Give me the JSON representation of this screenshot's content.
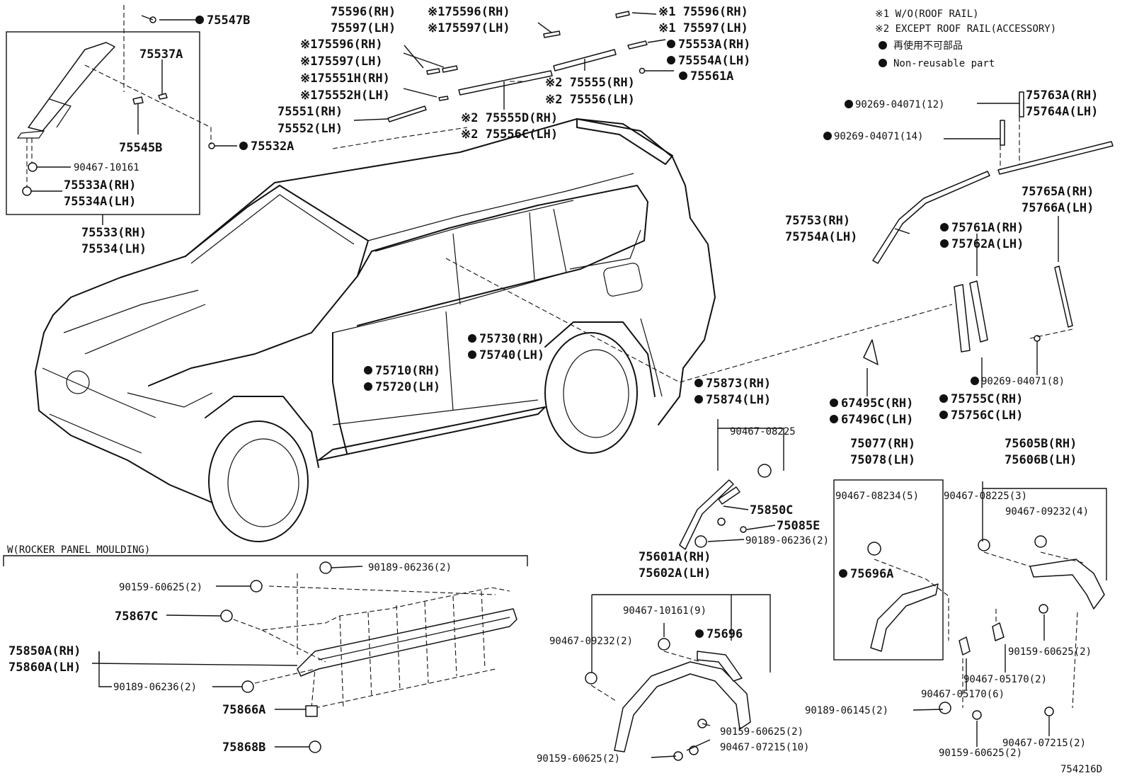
{
  "legend": {
    "note1": "※1 W/O(ROOF RAIL)",
    "note2": "※2 EXCEPT ROOF RAIL(ACCESSORY)",
    "nonreusable_jp": "再使用不可部品",
    "nonreusable_en": "Non-reusable part"
  },
  "diagram_id": "754216D",
  "section_label": "W(ROCKER PANEL MOULDING)",
  "labels": {
    "l75547B": "75547B",
    "l75537A": "75537A",
    "l75545B": "75545B",
    "l75532A": "75532A",
    "l90467_10161": "90467-10161",
    "l75533A": "75533A(RH)",
    "l75534A": "75534A(LH)",
    "l75533": "75533(RH)",
    "l75534": "75534(LH)",
    "l75596": "75596(RH)",
    "l75597": "75597(LH)",
    "l175596a": "※175596(RH)",
    "l175597a": "※175597(LH)",
    "l175596b": "※175596(RH)",
    "l175597b": "※175597(LH)",
    "l175551H": "※175551H(RH)",
    "l175552H": "※175552H(LH)",
    "l75551": "75551(RH)",
    "l75552": "75552(LH)",
    "l1_75596": "※1 75596(RH)",
    "l1_75597": "※1 75597(LH)",
    "l75553A": "75553A(RH)",
    "l75554A": "75554A(LH)",
    "l75561A": "75561A",
    "l2_75555": "※2 75555(RH)",
    "l2_75556": "※2 75556(LH)",
    "l2_75555D": "※2 75555D(RH)",
    "l2_75556C": "※2 75556C(LH)",
    "l90269_12": "90269-04071(12)",
    "l90269_14": "90269-04071(14)",
    "l75763A": "75763A(RH)",
    "l75764A": "75764A(LH)",
    "l75753": "75753(RH)",
    "l75754A": "75754A(LH)",
    "l75765A": "75765A(RH)",
    "l75766A": "75766A(LH)",
    "l75761A": "75761A(RH)",
    "l75762A": "75762A(LH)",
    "l90269_8": "90269-04071(8)",
    "l75730": "75730(RH)",
    "l75740": "75740(LH)",
    "l75710": "75710(RH)",
    "l75720": "75720(LH)",
    "l75873": "75873(RH)",
    "l75874": "75874(LH)",
    "l67495C": "67495C(RH)",
    "l67496C": "67496C(LH)",
    "l75755C": "75755C(RH)",
    "l75756C": "75756C(LH)",
    "l90467_08225": "90467-08225",
    "l75077": "75077(RH)",
    "l75078": "75078(LH)",
    "l75605B": "75605B(RH)",
    "l75606B": "75606B(LH)",
    "l75850C": "75850C",
    "l75085E": "75085E",
    "l90189_06236_a": "90189-06236(2)",
    "l90467_08234": "90467-08234(5)",
    "l90467_08225_3": "90467-08225(3)",
    "l90467_09232_4": "90467-09232(4)",
    "l75696A": "75696A",
    "l75601A": "75601A(RH)",
    "l75602A": "75602A(LH)",
    "l90467_10161_9": "90467-10161(9)",
    "l90467_09232_2": "90467-09232(2)",
    "l75696": "75696",
    "l90159_60625_a": "90159-60625(2)",
    "l90467_05170_2": "90467-05170(2)",
    "l90467_05170_6": "90467-05170(6)",
    "l90189_06145": "90189-06145(2)",
    "l90159_60625_b": "90159-60625(2)",
    "l90467_07215_10": "90467-07215(10)",
    "l90159_60625_c": "90159-60625(2)",
    "l90159_60625_d": "90159-60625(2)",
    "l90467_07215_2": "90467-07215(2)",
    "l90189_06236_b": "90189-06236(2)",
    "l90159_60625_e": "90159-60625(2)",
    "l75867C": "75867C",
    "l75850A": "75850A(RH)",
    "l75860A": "75860A(LH)",
    "l90189_06236_c": "90189-06236(2)",
    "l75866A": "75866A",
    "l75868B": "75868B"
  }
}
